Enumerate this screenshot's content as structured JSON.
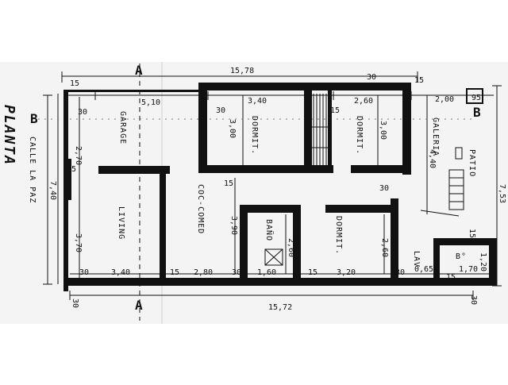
{
  "plan": {
    "title": "PLANTA",
    "street": "CALLE LA PAZ",
    "section_a": "A",
    "section_b": "B",
    "rooms": {
      "garage": "GARAGE",
      "living": "LIVING",
      "coc_comed": "COC-COMED",
      "dormit_1": "DORMIT.",
      "dormit_2": "DORMIT.",
      "dormit_3": "DORMIT.",
      "bano": "BAÑO",
      "galeria": "GALERIA",
      "patio": "PATIO",
      "lav": "LAV",
      "bano_b": "B°"
    },
    "dimensions": {
      "top_total": "15,78",
      "bottom_total": "15,72",
      "left_total": "7,40",
      "right_total": "7,53",
      "garage_w": "5,10",
      "dormit1_w": "3,40",
      "dormit2_w": "2,60",
      "galeria_w": "2,00",
      "top_95": "95",
      "top_15a": "15",
      "top_30a": "30",
      "top_15b": "15",
      "top_30b": "30",
      "top_15c": "15",
      "garage_h": "2,70",
      "living_h": "3,70",
      "dormit1_h": "3,00",
      "dormit2_h": "3,00",
      "coc_h": "3,90",
      "bano_h": "2,60",
      "dormit3_h": "2,60",
      "galeria_h": "4,40",
      "living_w": "3,40",
      "coc_w": "2,80",
      "bano_w": "1,60",
      "dormit3_w": "3,20",
      "lav_w": "0,65",
      "bano_b_w": "1,70",
      "bano_b_h": "1,20",
      "b15_1": "15",
      "b15_2": "15",
      "b15_3": "15",
      "b30_1": "30",
      "b30_2": "30",
      "b30_3": "30",
      "b30_4": "30",
      "l30": "30",
      "l15": "15",
      "r15": "15",
      "r30": "30",
      "m15": "15",
      "m30": "30"
    }
  }
}
